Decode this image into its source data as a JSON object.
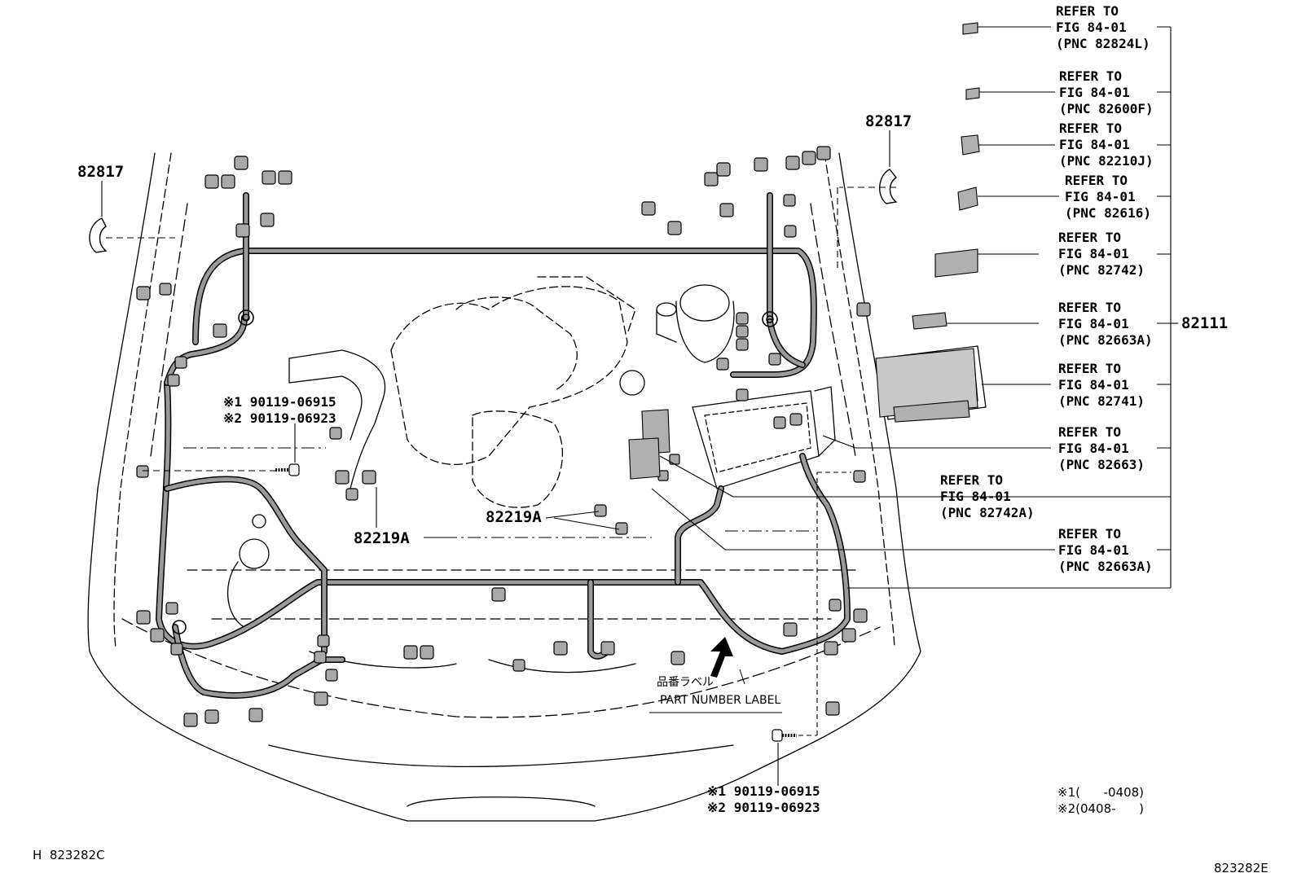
{
  "part_labels": {
    "p82817_left": "82817",
    "p82817_right": "82817",
    "p82111": "82111",
    "p82219a_left": "82219A",
    "p82219a_right": "82219A"
  },
  "bolt_top": {
    "line1_mark": "※1",
    "line1_part": "90119-06915",
    "line2_mark": "※2",
    "line2_part": "90119-06923"
  },
  "bolt_bottom": {
    "line1_mark": "※1",
    "line1_part": "90119-06915",
    "line2_mark": "※2",
    "line2_part": "90119-06923"
  },
  "references": [
    {
      "refer": "REFER TO",
      "fig": "FIG 84-01",
      "pnc": "(PNC 82824L)"
    },
    {
      "refer": "REFER TO",
      "fig": "FIG 84-01",
      "pnc": "(PNC 82600F)"
    },
    {
      "refer": "REFER TO",
      "fig": "FIG 84-01",
      "pnc": "(PNC 82210J)"
    },
    {
      "refer": "REFER TO",
      "fig": "FIG 84-01",
      "pnc": "(PNC 82616)"
    },
    {
      "refer": "REFER TO",
      "fig": "FIG 84-01",
      "pnc": "(PNC 82742)"
    },
    {
      "refer": "REFER TO",
      "fig": "FIG 84-01",
      "pnc": "(PNC 82663A)"
    },
    {
      "refer": "REFER TO",
      "fig": "FIG 84-01",
      "pnc": "(PNC 82741)"
    },
    {
      "refer": "REFER TO",
      "fig": "FIG 84-01",
      "pnc": "(PNC 82663)"
    },
    {
      "refer": "REFER TO",
      "fig": "FIG 84-01",
      "pnc": "(PNC 82742A)"
    },
    {
      "refer": "REFER TO",
      "fig": "FIG 84-01",
      "pnc": "(PNC 82663A)"
    }
  ],
  "part_number_label": {
    "jp": "品番ラベル",
    "en": "PART NUMBER LABEL"
  },
  "legend": {
    "line1": "※1(      -0408)",
    "line2": "※2(0408-      )"
  },
  "footer": {
    "left_code": "H  823282C",
    "right_code": "823282E"
  }
}
